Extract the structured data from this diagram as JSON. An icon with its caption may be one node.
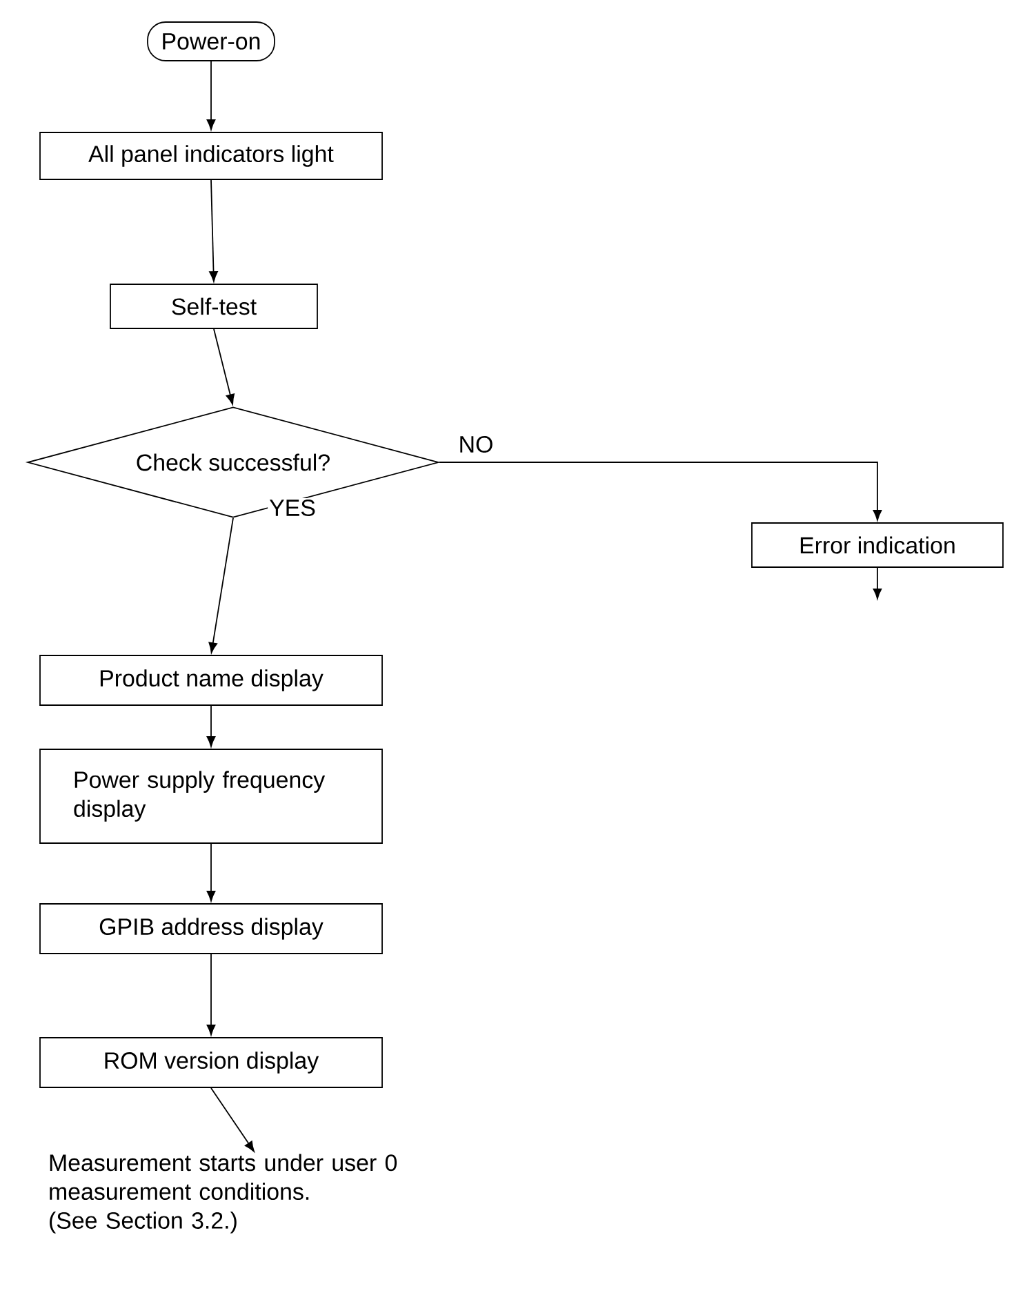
{
  "diagram": {
    "nodes": [
      {
        "text": [
          "Power-on"
        ]
      },
      {
        "text": [
          "All panel indicators light"
        ]
      },
      {
        "text": [
          "Self-test"
        ]
      },
      {
        "text": [
          "Check successful?"
        ]
      },
      {
        "text": [
          "Error indication"
        ]
      },
      {
        "text": [
          "Product name display"
        ]
      },
      {
        "text": [
          "Power supply frequency display"
        ]
      },
      {
        "text": [
          "GPIB address display"
        ]
      },
      {
        "text": [
          "ROM version display"
        ]
      },
      {
        "text": [
          "Measurement starts under user 0 measurement conditions.",
          "(See Section 3.2.)"
        ]
      }
    ],
    "edges": [
      {
        "from": 0,
        "to": 1,
        "arrow": "to"
      },
      {
        "from": 1,
        "to": 2,
        "arrow": "to"
      },
      {
        "from": 2,
        "to": 3,
        "arrow": "to"
      },
      {
        "from": 3,
        "to": 4,
        "arrow": "to",
        "label": "NO"
      },
      {
        "from": 3,
        "to": 5,
        "arrow": "to",
        "label": "YES"
      },
      {
        "from": 5,
        "to": 6,
        "arrow": "to"
      },
      {
        "from": 6,
        "to": 7,
        "arrow": "to"
      },
      {
        "from": 7,
        "to": 8,
        "arrow": "to"
      },
      {
        "from": 8,
        "to": 9,
        "arrow": "to"
      },
      {
        "from": 4,
        "to": null,
        "arrow": "to"
      }
    ]
  }
}
